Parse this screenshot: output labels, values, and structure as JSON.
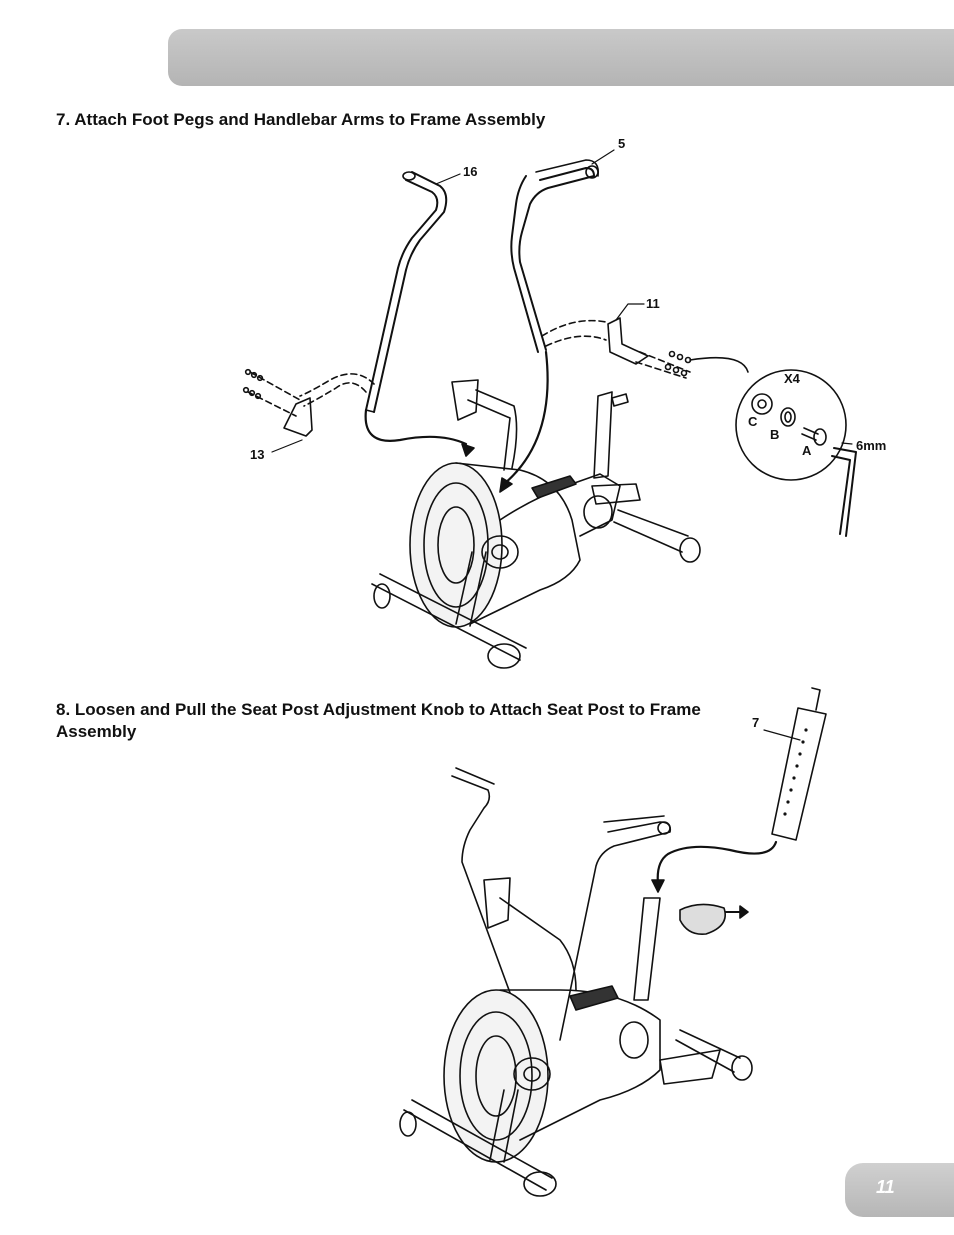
{
  "page": {
    "number": "11"
  },
  "step7": {
    "title": "7. Attach Foot Pegs and Handlebar Arms to Frame Assembly",
    "callouts": {
      "p16": "16",
      "p5": "5",
      "p11": "11",
      "p13": "13",
      "x4": "X4",
      "c": "C",
      "b": "B",
      "a": "A",
      "tool": "6mm"
    }
  },
  "step8": {
    "title": "8. Loosen and Pull the Seat Post Adjustment Knob to Attach Seat Post to Frame Assembly",
    "callouts": {
      "p7": "7"
    }
  }
}
